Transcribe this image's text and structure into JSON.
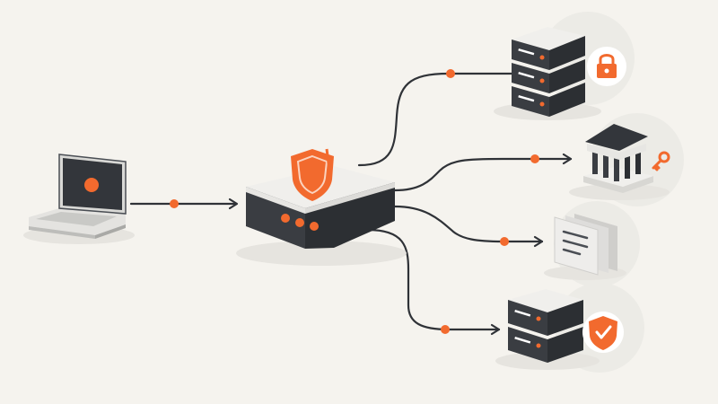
{
  "colors": {
    "background": "#f5f3ee",
    "accent": "#f26a2e",
    "dark": "#33363b",
    "mid": "#4a4e54",
    "light": "#ececea",
    "line": "#2f3237"
  },
  "nodes": [
    {
      "id": "client-laptop",
      "icon": "laptop-icon"
    },
    {
      "id": "gateway",
      "icon": "shield-icon"
    },
    {
      "id": "secure-server",
      "icon": "lock-icon"
    },
    {
      "id": "institution",
      "icon": "key-icon"
    },
    {
      "id": "documents",
      "icon": "document-stack-icon"
    },
    {
      "id": "verified-server",
      "icon": "shield-check-icon"
    }
  ],
  "connections": [
    {
      "from": "client-laptop",
      "to": "gateway"
    },
    {
      "from": "gateway",
      "to": "secure-server"
    },
    {
      "from": "gateway",
      "to": "institution"
    },
    {
      "from": "gateway",
      "to": "documents"
    },
    {
      "from": "gateway",
      "to": "verified-server"
    }
  ]
}
